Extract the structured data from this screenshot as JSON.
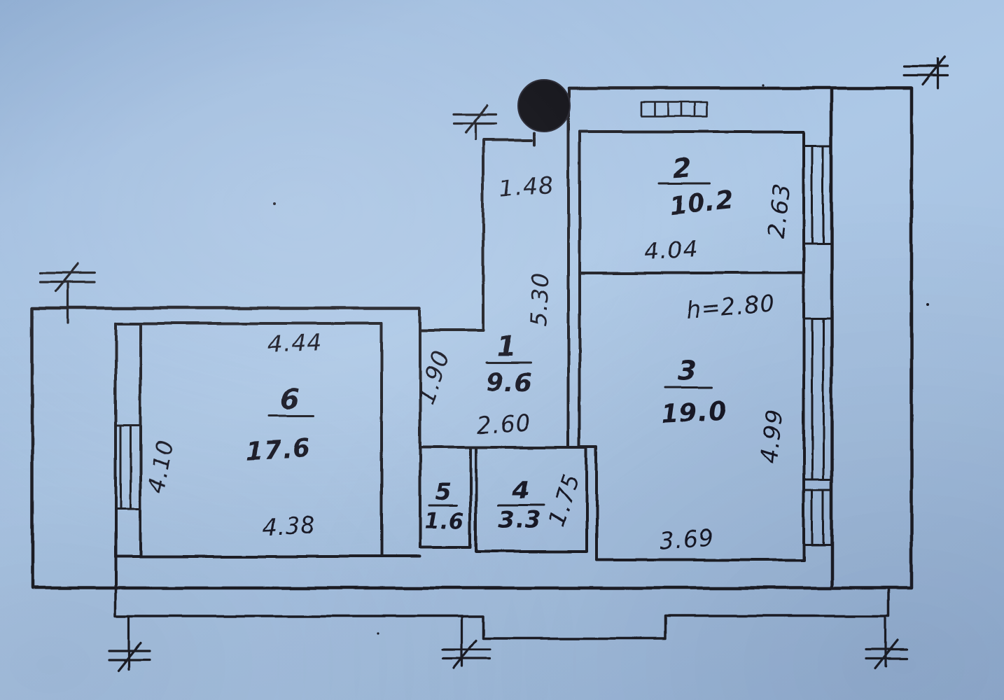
{
  "palette": {
    "paper": "#a5c1e0",
    "ink": "#1a1a24"
  },
  "rooms": {
    "r1": {
      "number": "1",
      "area": "9.6"
    },
    "r2": {
      "number": "2",
      "area": "10.2"
    },
    "r3": {
      "number": "3",
      "area": "19.0"
    },
    "r4": {
      "number": "4",
      "area": "3.3"
    },
    "r5": {
      "number": "5",
      "area": "1.6"
    },
    "r6": {
      "number": "6",
      "area": "17.6"
    }
  },
  "dims": {
    "d148": "1.48",
    "d530": "5.30",
    "d190": "1.90",
    "d260": "2.60",
    "d404": "4.04",
    "d263": "2.63",
    "h280": "h=2.80",
    "d499": "4.99",
    "d369": "3.69",
    "d444": "4.44",
    "d438": "4.38",
    "d410": "4.10",
    "d175": "1.75"
  }
}
